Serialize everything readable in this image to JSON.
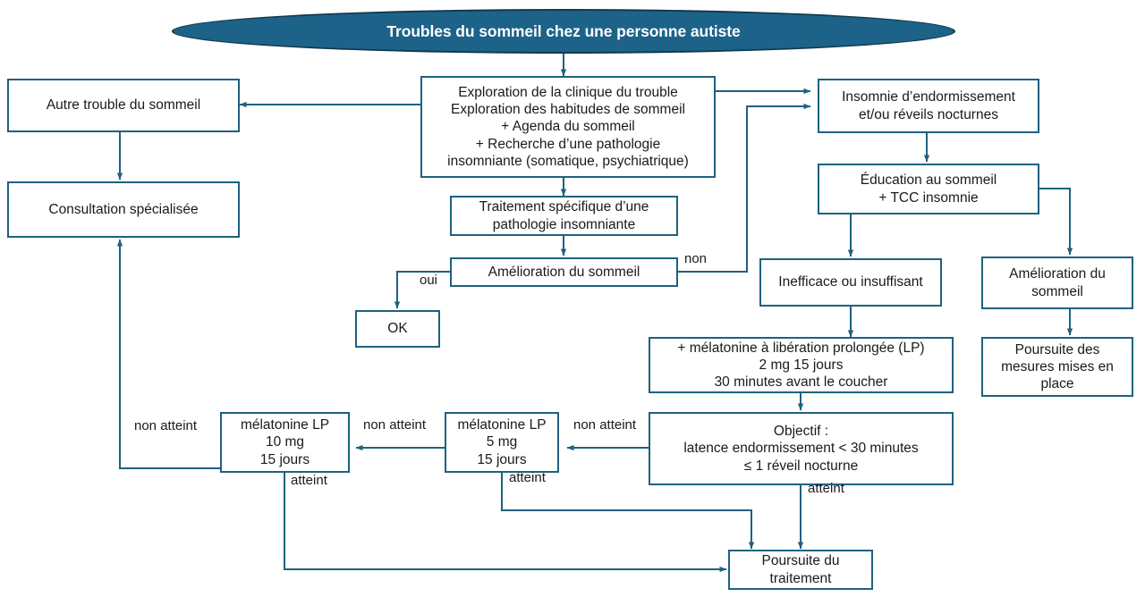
{
  "diagram": {
    "title": "Troubles du sommeil chez une personne autiste",
    "colors": {
      "node_border": "#1f6180",
      "title_fill": "#1d6288",
      "title_border": "#12394d",
      "edge_stroke": "#1f6180",
      "text": "#1a1a1a",
      "title_text": "#ffffff",
      "background": "#ffffff"
    },
    "nodes": {
      "autre_trouble": "Autre trouble du sommeil",
      "consultation": "Consultation spécialisée",
      "exploration_l1": "Exploration de la clinique du trouble",
      "exploration_l2": "Exploration des habitudes de sommeil",
      "exploration_l3": "+ Agenda du sommeil",
      "exploration_l4": "+ Recherche d’une pathologie",
      "exploration_l5": "insomniante (somatique, psychiatrique)",
      "insomnie_l1": "Insomnie d’endormissement",
      "insomnie_l2": "et/ou réveils nocturnes",
      "education_l1": "Éducation au sommeil",
      "education_l2": "+ TCC insomnie",
      "traitement_l1": "Traitement spécifique d’une",
      "traitement_l2": "pathologie insomniante",
      "amelioration": "Amélioration du sommeil",
      "ok": "OK",
      "inefficace": "Inefficace ou insuffisant",
      "amelioration_r_l1": "Amélioration du",
      "amelioration_r_l2": "sommeil",
      "melatonine_lp_l1": "+ mélatonine à libération prolongée (LP)",
      "melatonine_lp_l2": "2 mg 15 jours",
      "melatonine_lp_l3": "30 minutes avant le coucher",
      "poursuite_mesures_l1": "Poursuite des",
      "poursuite_mesures_l2": "mesures mises en",
      "poursuite_mesures_l3": "place",
      "objectif_l1": "Objectif :",
      "objectif_l2": "latence endormissement < 30 minutes",
      "objectif_l3": "≤ 1 réveil nocturne",
      "melatonine5_l1": "mélatonine LP",
      "melatonine5_l2": "5 mg",
      "melatonine5_l3": "15 jours",
      "melatonine10_l1": "mélatonine LP",
      "melatonine10_l2": "10 mg",
      "melatonine10_l3": "15 jours",
      "poursuite_traitement_l1": "Poursuite du",
      "poursuite_traitement_l2": "traitement"
    },
    "edge_labels": {
      "oui": "oui",
      "non": "non",
      "non_atteint_1": "non atteint",
      "non_atteint_2": "non atteint",
      "non_atteint_3": "non atteint",
      "atteint_1": "atteint",
      "atteint_2": "atteint",
      "atteint_3": "atteint"
    }
  }
}
